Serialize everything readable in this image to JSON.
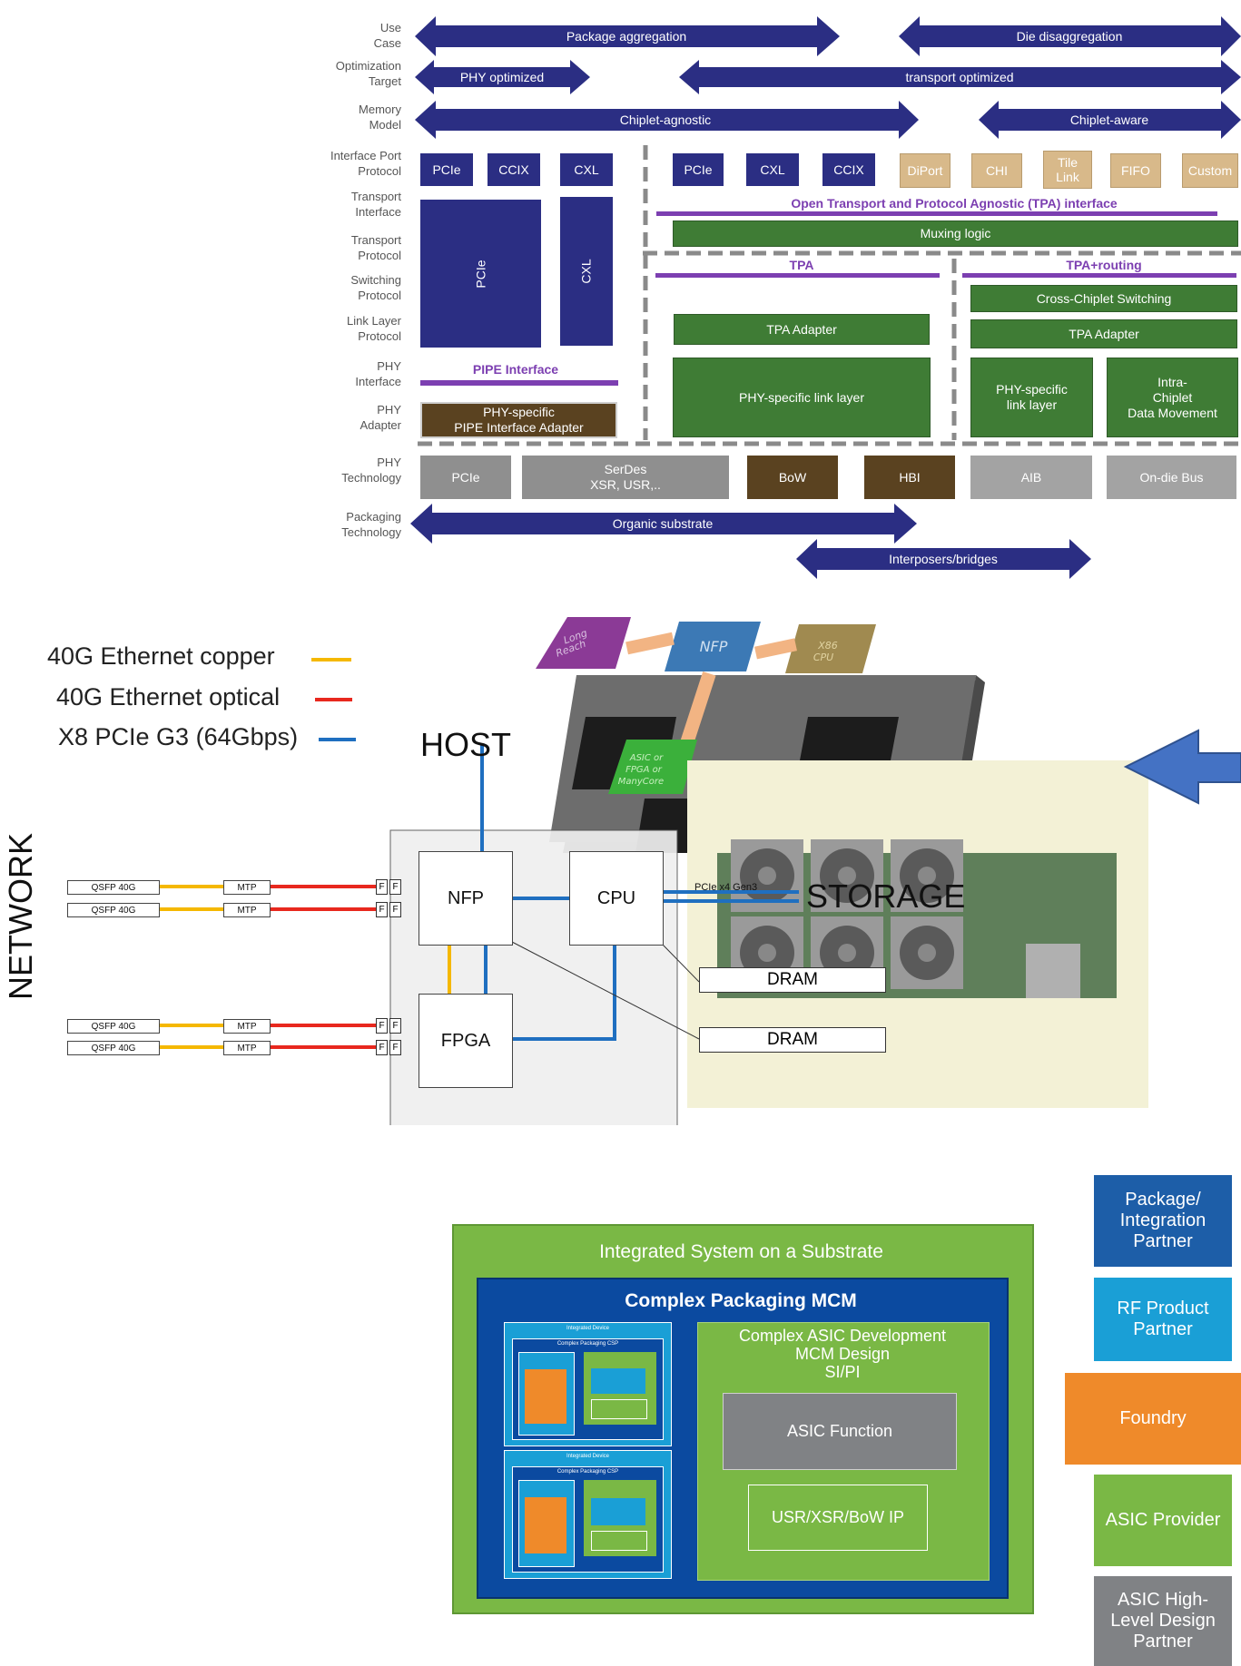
{
  "stack": {
    "row_labels": [
      "Use\nCase",
      "Optimization\nTarget",
      "Memory\nModel",
      "Interface Port\nProtocol",
      "Transport\nInterface",
      "Transport\nProtocol",
      "Switching\nProtocol",
      "Link Layer\nProtocol",
      "PHY\nInterface",
      "PHY\nAdapter",
      "PHY\nTechnology",
      "Packaging\nTechnology"
    ],
    "arrows": {
      "package_aggregation": "Package aggregation",
      "die_disaggregation": "Die disaggregation",
      "phy_optimized": "PHY optimized",
      "transport_optimized": "transport optimized",
      "chiplet_agnostic": "Chiplet-agnostic",
      "chiplet_aware": "Chiplet-aware",
      "organic_substrate": "Organic substrate",
      "interposers_bridges": "Interposers/bridges"
    },
    "left_protocols": [
      "PCIe",
      "CCIX",
      "CXL"
    ],
    "left_tall": [
      "PCIe",
      "CXL"
    ],
    "pipe_interface": "PIPE Interface",
    "pipe_adapter": "PHY-specific\nPIPE Interface Adapter",
    "mid_protocols": [
      "PCIe",
      "CXL",
      "CCIX"
    ],
    "tan_protocols": [
      "DiPort",
      "CHI",
      "Tile\nLink",
      "FIFO",
      "Custom"
    ],
    "tpa_interface": "Open Transport and Protocol Agnostic (TPA) interface",
    "muxing_logic": "Muxing logic",
    "tpa": "TPA",
    "tpa_routing": "TPA+routing",
    "cross_chiplet_switching": "Cross-Chiplet Switching",
    "tpa_adapter": "TPA Adapter",
    "phy_link_layer": "PHY-specific link layer",
    "phy_link_layer_short": "PHY-specific\nlink layer",
    "intra_chiplet": "Intra-\nChiplet\nData Movement",
    "phy_tech": [
      "PCIe",
      "SerDes\nXSR, USR,..",
      "BoW",
      "HBI",
      "AIB",
      "On-die Bus"
    ]
  },
  "network": {
    "legend": [
      {
        "label": "40G Ethernet copper",
        "color": "#f5b800"
      },
      {
        "label": "40G Ethernet optical",
        "color": "#e8281e"
      },
      {
        "label": "X8 PCIe G3 (64Gbps)",
        "color": "#1f6fc0"
      }
    ],
    "host": "HOST",
    "network_label": "NETWORK",
    "storage": "STORAGE",
    "pcie_note": "PCIe x4 Gen3",
    "qsfp": "QSFP 40G",
    "mtp": "MTP",
    "f": "F",
    "nfp": "NFP",
    "cpu": "CPU",
    "fpga": "FPGA",
    "dram": "DRAM",
    "pkg_tiles": [
      "Long\nReach",
      "NFP",
      "X86\nCPU",
      "ASIC or\nFPGA or\nManyCore"
    ]
  },
  "substrate": {
    "outer_title": "Integrated System on a Substrate",
    "mcm_title": "Complex Packaging MCM",
    "asic_dev": "Complex ASIC Development\nMCM Design\nSI/PI",
    "asic_function": "ASIC Function",
    "ip": "USR/XSR/BoW IP",
    "device_title": "Integrated Device",
    "csp_title": "Complex Packaging CSP",
    "partners": [
      {
        "label": "Package/\nIntegration\nPartner",
        "color": "#1d5ea8"
      },
      {
        "label": "RF Product\nPartner",
        "color": "#1a9fd6"
      },
      {
        "label": "Foundry",
        "color": "#ef8a2a"
      },
      {
        "label": "ASIC Provider",
        "color": "#7ab845"
      },
      {
        "label": "ASIC High-\nLevel Design\nPartner",
        "color": "#808285"
      }
    ]
  }
}
